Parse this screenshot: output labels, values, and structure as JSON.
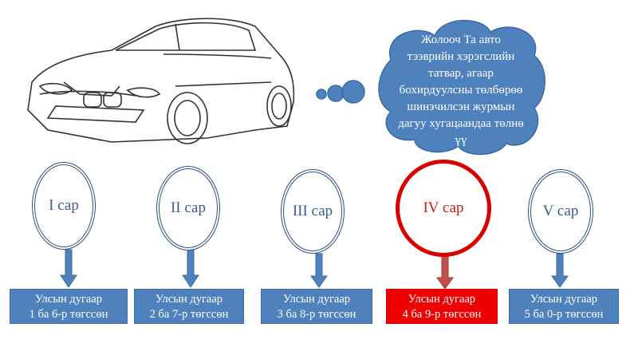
{
  "cloud": {
    "lines": [
      "Жолооч Та авто",
      "тээврийн хэрэгслийн",
      "татвар, агаар",
      "бохирдуулсны төлбөрөө",
      "шинэчилсэн журмын",
      "дагуу хугацаандаа төлнө",
      "үү"
    ]
  },
  "months": [
    {
      "label": "I сар",
      "box_line1": "Улсын дугаар",
      "box_line2": "1 ба 6-р төгссөн"
    },
    {
      "label": "II сар",
      "box_line1": "Улсын дугаар",
      "box_line2": "2 ба 7-р төгссөн"
    },
    {
      "label": "III сар",
      "box_line1": "Улсын дугаар",
      "box_line2": "3 ба 8-р төгссөн"
    },
    {
      "label": "IV сар",
      "box_line1": "Улсын дугаар",
      "box_line2": "4 ба 9-р төгссөн"
    },
    {
      "label": "V сар",
      "box_line1": "Улсын дугаар",
      "box_line2": "5 ба 0-р төгссөн"
    }
  ],
  "colors": {
    "blue": "#4f81bd",
    "highlight": "#ee0000",
    "circle": "#2f4f7f"
  }
}
